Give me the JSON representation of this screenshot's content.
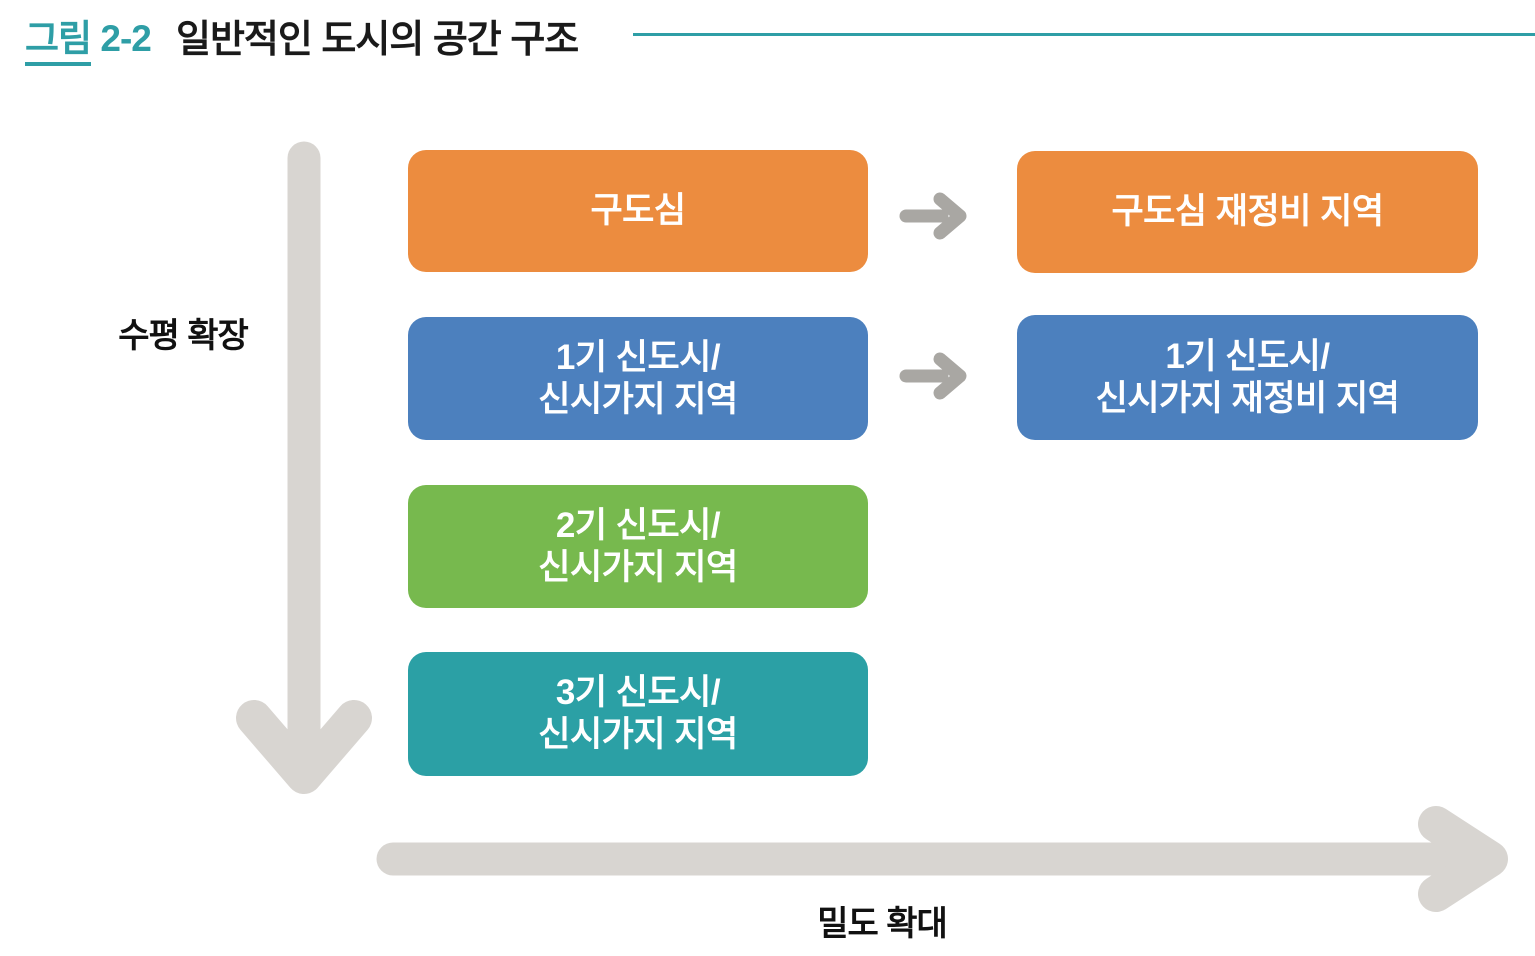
{
  "header": {
    "figure_label_prefix": "그림",
    "figure_label_number": "2-2",
    "title": "일반적인 도시의 공간 구조"
  },
  "labels": {
    "vertical_axis": "수평 확장",
    "horizontal_axis": "밀도 확대"
  },
  "colors": {
    "accent_teal": "#2E9EA6",
    "title_text": "#1A1A1A",
    "box_text": "#FFFFFF",
    "orange": "#EC8C3F",
    "blue": "#4C80BE",
    "green": "#77B94E",
    "teal": "#2BA0A5",
    "arrow_light_gray": "#D8D5D1",
    "arrow_mid_gray": "#A9A7A3"
  },
  "nodes": {
    "left": [
      {
        "line1": "구도심",
        "color": "#EC8C3F"
      },
      {
        "line1": "1기 신도시/",
        "line2": "신시가지 지역",
        "color": "#4C80BE"
      },
      {
        "line1": "2기 신도시/",
        "line2": "신시가지 지역",
        "color": "#77B94E"
      },
      {
        "line1": "3기 신도시/",
        "line2": "신시가지 지역",
        "color": "#2BA0A5"
      }
    ],
    "right": [
      {
        "line1": "구도심 재정비 지역",
        "color": "#EC8C3F"
      },
      {
        "line1": "1기 신도시/",
        "line2": "신시가지 재정비 지역",
        "color": "#4C80BE"
      }
    ]
  }
}
